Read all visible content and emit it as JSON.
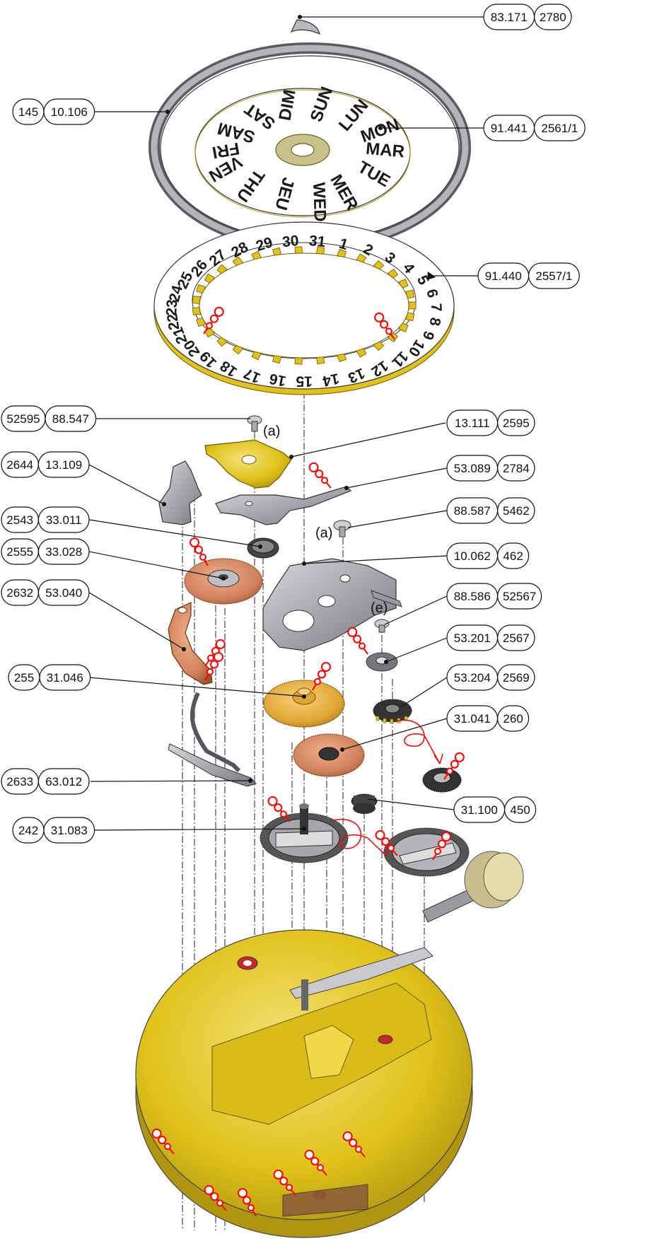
{
  "callouts": [
    {
      "id": "c01",
      "codes": [
        "83.171",
        "2780"
      ]
    },
    {
      "id": "c02",
      "codes": [
        "145",
        "10.106"
      ]
    },
    {
      "id": "c03",
      "codes": [
        "91.441",
        "2561/1"
      ]
    },
    {
      "id": "c04",
      "codes": [
        "91.440",
        "2557/1"
      ]
    },
    {
      "id": "c05",
      "codes": [
        "52595",
        "88.547"
      ]
    },
    {
      "id": "c06",
      "codes": [
        "13.111",
        "2595"
      ]
    },
    {
      "id": "c07",
      "codes": [
        "2644",
        "13.109"
      ]
    },
    {
      "id": "c08",
      "codes": [
        "53.089",
        "2784"
      ]
    },
    {
      "id": "c09",
      "codes": [
        "2543",
        "33.011"
      ]
    },
    {
      "id": "c10",
      "codes": [
        "88.587",
        "5462"
      ]
    },
    {
      "id": "c11",
      "codes": [
        "2555",
        "33.028"
      ]
    },
    {
      "id": "c12",
      "codes": [
        "10.062",
        "462"
      ]
    },
    {
      "id": "c13",
      "codes": [
        "2632",
        "53.040"
      ]
    },
    {
      "id": "c14",
      "codes": [
        "88.586",
        "52567"
      ]
    },
    {
      "id": "c15",
      "codes": [
        "53.201",
        "2567"
      ]
    },
    {
      "id": "c16",
      "codes": [
        "255",
        "31.046"
      ]
    },
    {
      "id": "c17",
      "codes": [
        "53.204",
        "2569"
      ]
    },
    {
      "id": "c18",
      "codes": [
        "31.041",
        "260"
      ]
    },
    {
      "id": "c19",
      "codes": [
        "2633",
        "63.012"
      ]
    },
    {
      "id": "c20",
      "codes": [
        "31.100",
        "450"
      ]
    },
    {
      "id": "c21",
      "codes": [
        "242",
        "31.083"
      ]
    }
  ],
  "screw_labels": {
    "a1": "(a)",
    "a2": "(a)",
    "e": "(e)"
  },
  "day_disc_words": [
    "DIM",
    "SUN",
    "LUN",
    "MON",
    "MAR",
    "TUE",
    "MER",
    "WED",
    "JEU",
    "THU",
    "VEN",
    "FRI",
    "SAM",
    "SAT"
  ],
  "date_disc_numbers": [
    "31",
    "1",
    "2",
    "3",
    "4",
    "5",
    "6",
    "7",
    "8",
    "9",
    "10",
    "11",
    "12",
    "13",
    "14",
    "15",
    "16",
    "17",
    "18",
    "19",
    "20",
    "21",
    "22",
    "23",
    "24",
    "25",
    "26",
    "27",
    "28",
    "29",
    "30"
  ],
  "colors": {
    "brass": "#e0c21a",
    "brass_dark": "#b49a10",
    "copper": "#c8744a",
    "steel": "#8c8c96",
    "steel_light": "#c8c8cc",
    "oil_marker": "#ff0000",
    "line": "#111111"
  }
}
